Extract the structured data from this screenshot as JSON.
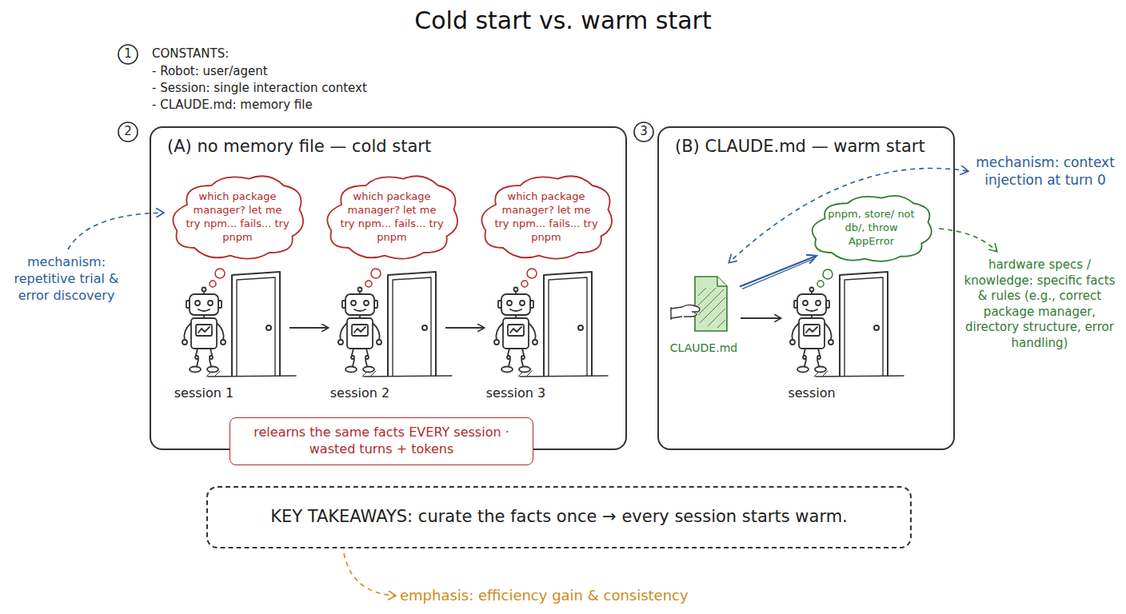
{
  "diagram": {
    "title": "Cold start vs. warm start",
    "nodes": [
      {
        "text": [
          "(A) no memory file — cold start"
        ]
      },
      {
        "text": [
          "which package manager? let me try npm... fails... try pnpm"
        ],
        "in": 0
      },
      {
        "text": [
          "which package manager? let me try npm... fails... try pnpm"
        ],
        "in": 0
      },
      {
        "text": [
          "which package manager? let me try npm... fails... try pnpm"
        ],
        "in": 0
      },
      {
        "text": [
          "relearns the same facts EVERY session · wasted turns + tokens"
        ]
      },
      {
        "text": [
          "(B) CLAUDE.md — warm start"
        ]
      },
      {
        "text": [
          "CLAUDE.md"
        ],
        "in": 5
      },
      {
        "text": [
          "pnpm, store/ not db/, throw AppError"
        ],
        "in": 5
      },
      {
        "text": [
          "KEY TAKEAWAYS: curate the facts once → every session starts warm."
        ]
      }
    ],
    "edges": [
      {
        "from": 6,
        "to": 7,
        "arrow": "to"
      }
    ],
    "labels": [
      "1",
      "CONSTANTS:",
      "- Robot: user/agent",
      "- Session: single interaction context",
      "- CLAUDE.md: memory file",
      "2",
      "3",
      "session 1",
      "session 2",
      "session 3",
      "session",
      "mechanism: repetitive trial & error discovery",
      "mechanism: context injection at turn 0",
      "hardware specs / knowledge: specific facts & rules (e.g., correct package manager, directory structure, error handling)",
      "emphasis: efficiency gain & consistency"
    ]
  }
}
